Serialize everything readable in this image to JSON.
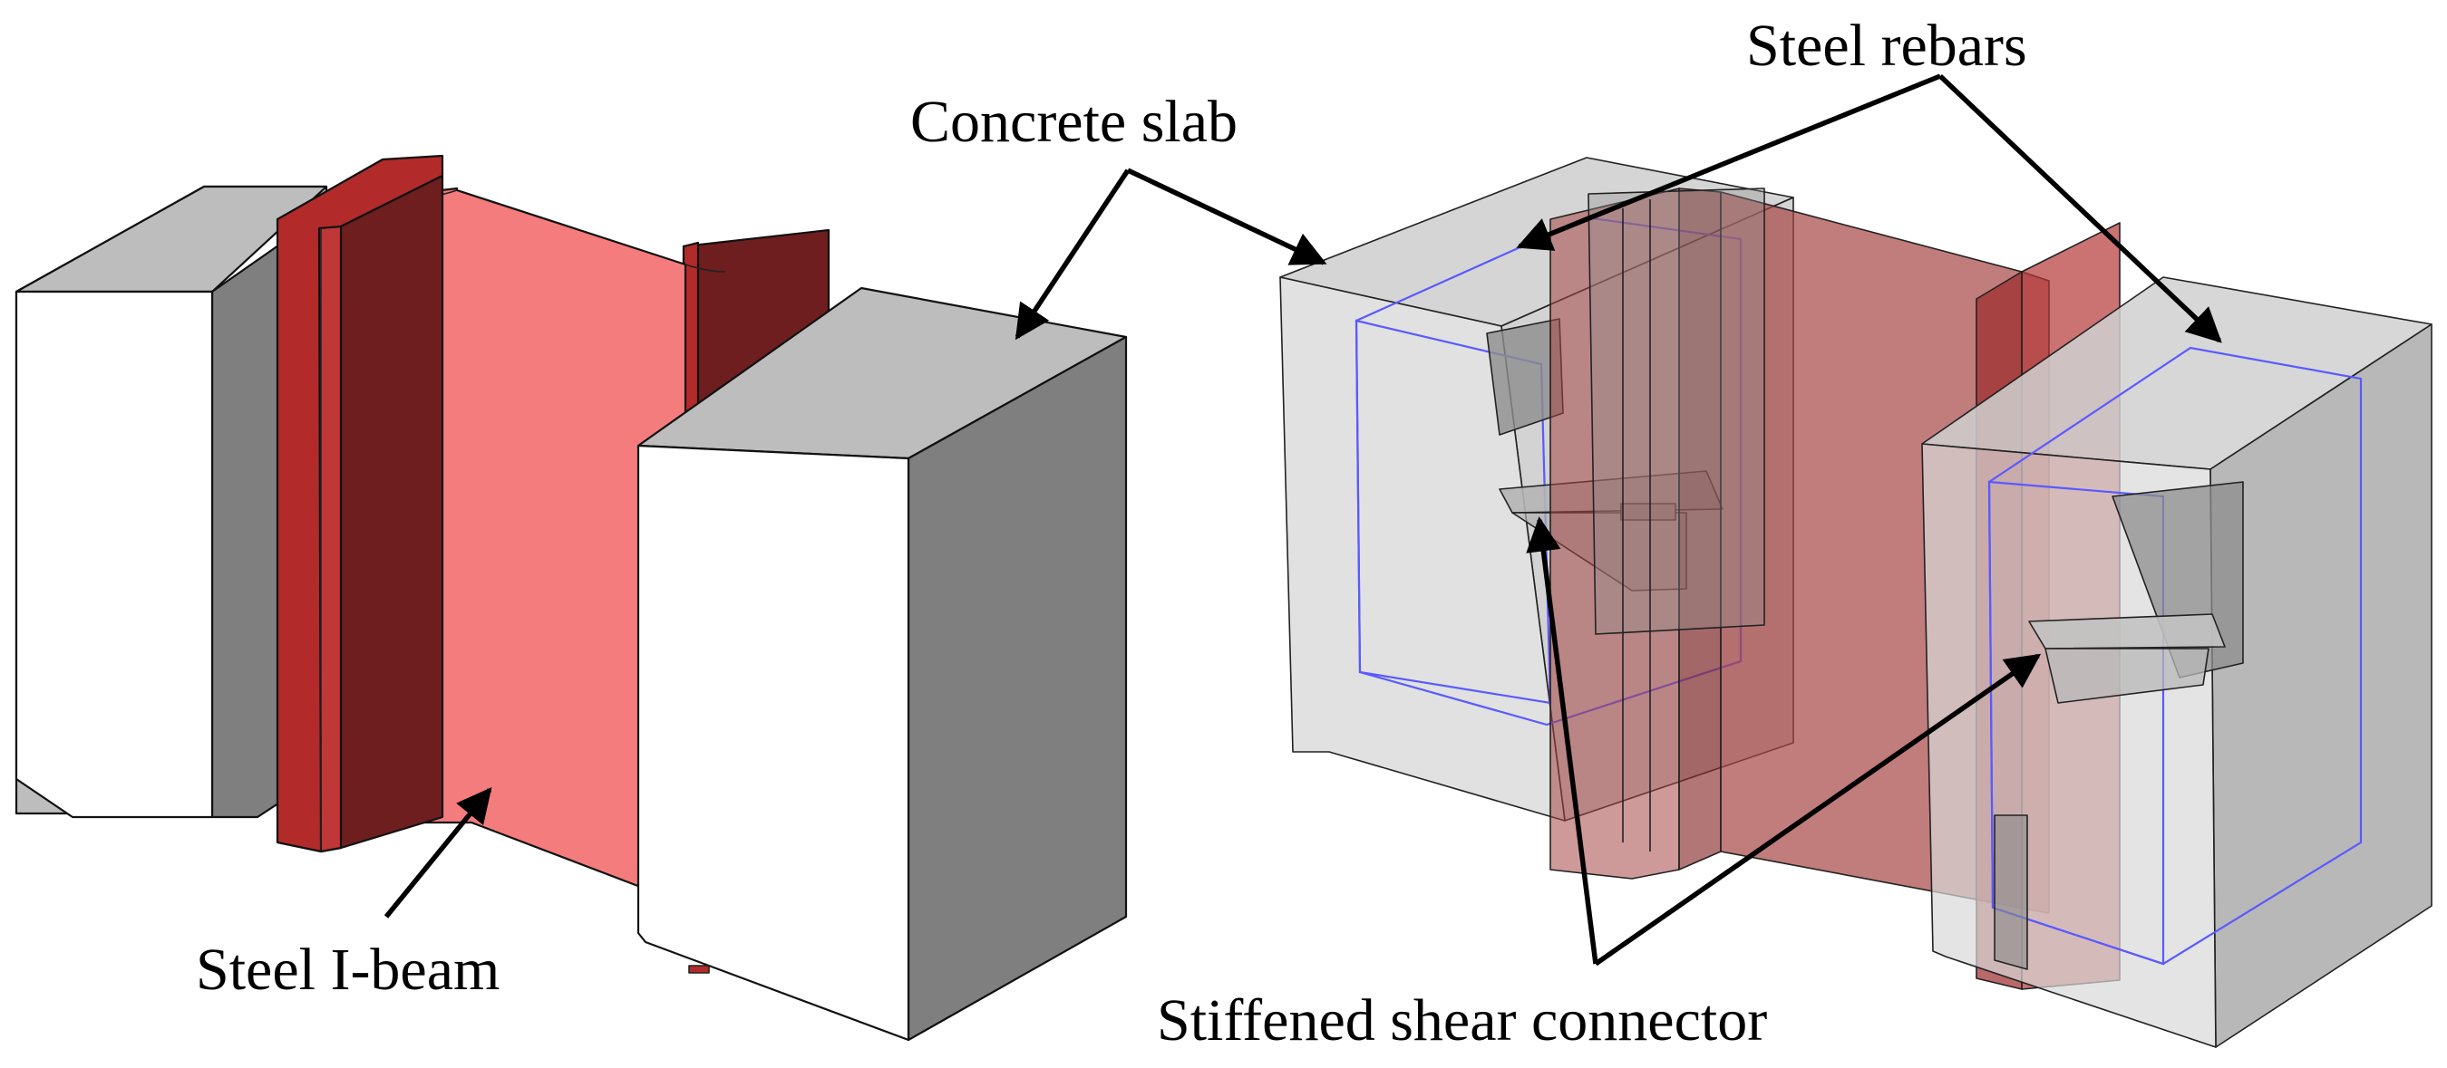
{
  "labels": {
    "concrete_slab": "Concrete slab",
    "steel_rebars": "Steel rebars",
    "steel_i_beam": "Steel I-beam",
    "stiffened_shear_connector": "Stiffened shear connector"
  },
  "colors": {
    "concrete_front": "#ffffff",
    "concrete_side": "#7f7f7f",
    "concrete_top": "#bdbdbd",
    "steel_web": "#f47c7c",
    "steel_flange": "#b22a2a",
    "steel_flange_dark": "#6e1e1e",
    "rebar": "#5a5aff",
    "arrow": "#000000"
  }
}
